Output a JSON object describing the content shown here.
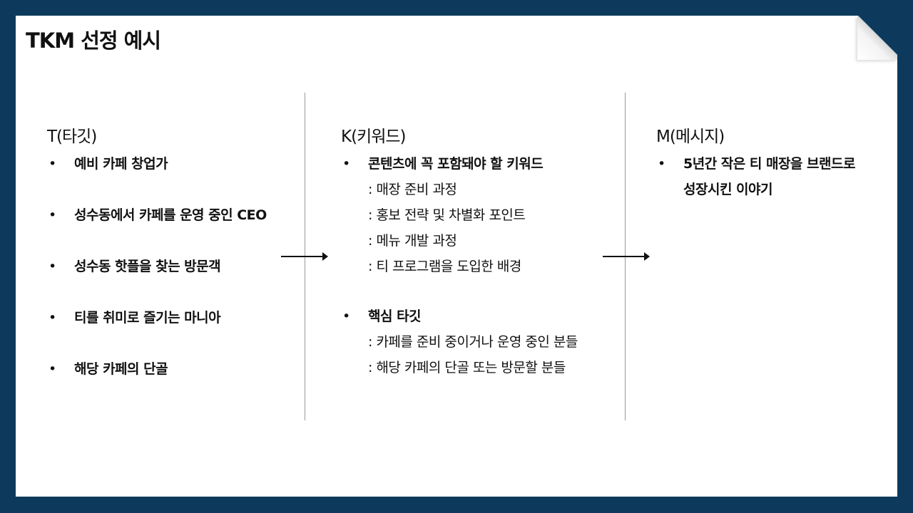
{
  "title": "TKM 선정 예시",
  "columns": {
    "t": {
      "heading": "T(타깃)",
      "items": [
        "예비 카페 창업가",
        "성수동에서 카페를 운영 중인 CEO",
        "성수동  핫플을 찾는 방문객",
        "티를 취미로 즐기는 마니아",
        "해당 카페의 단골"
      ]
    },
    "k": {
      "heading": "K(키워드)",
      "sections": [
        {
          "label": "콘텐츠에 꼭 포함돼야 할 키워드",
          "lines": [
            ": 매장 준비 과정",
            ": 홍보 전략 및 차별화 포인트",
            ": 메뉴 개발 과정",
            ": 티 프로그램을 도입한 배경"
          ]
        },
        {
          "label": "핵심 타깃",
          "lines": [
            ": 카페를 준비 중이거나 운영 중인 분들",
            ": 해당 카페의 단골 또는 방문할 분들"
          ]
        }
      ]
    },
    "m": {
      "heading": "M(메시지)",
      "items": [
        "5년간 작은 티 매장을 브랜드로",
        "성장시킨 이야기"
      ]
    }
  },
  "colors": {
    "frame": "#0d3a5c",
    "slide": "#ffffff",
    "text": "#111111",
    "divider": "#9a9a9a"
  },
  "icons": [
    "arrow-right-icon",
    "page-curl"
  ]
}
